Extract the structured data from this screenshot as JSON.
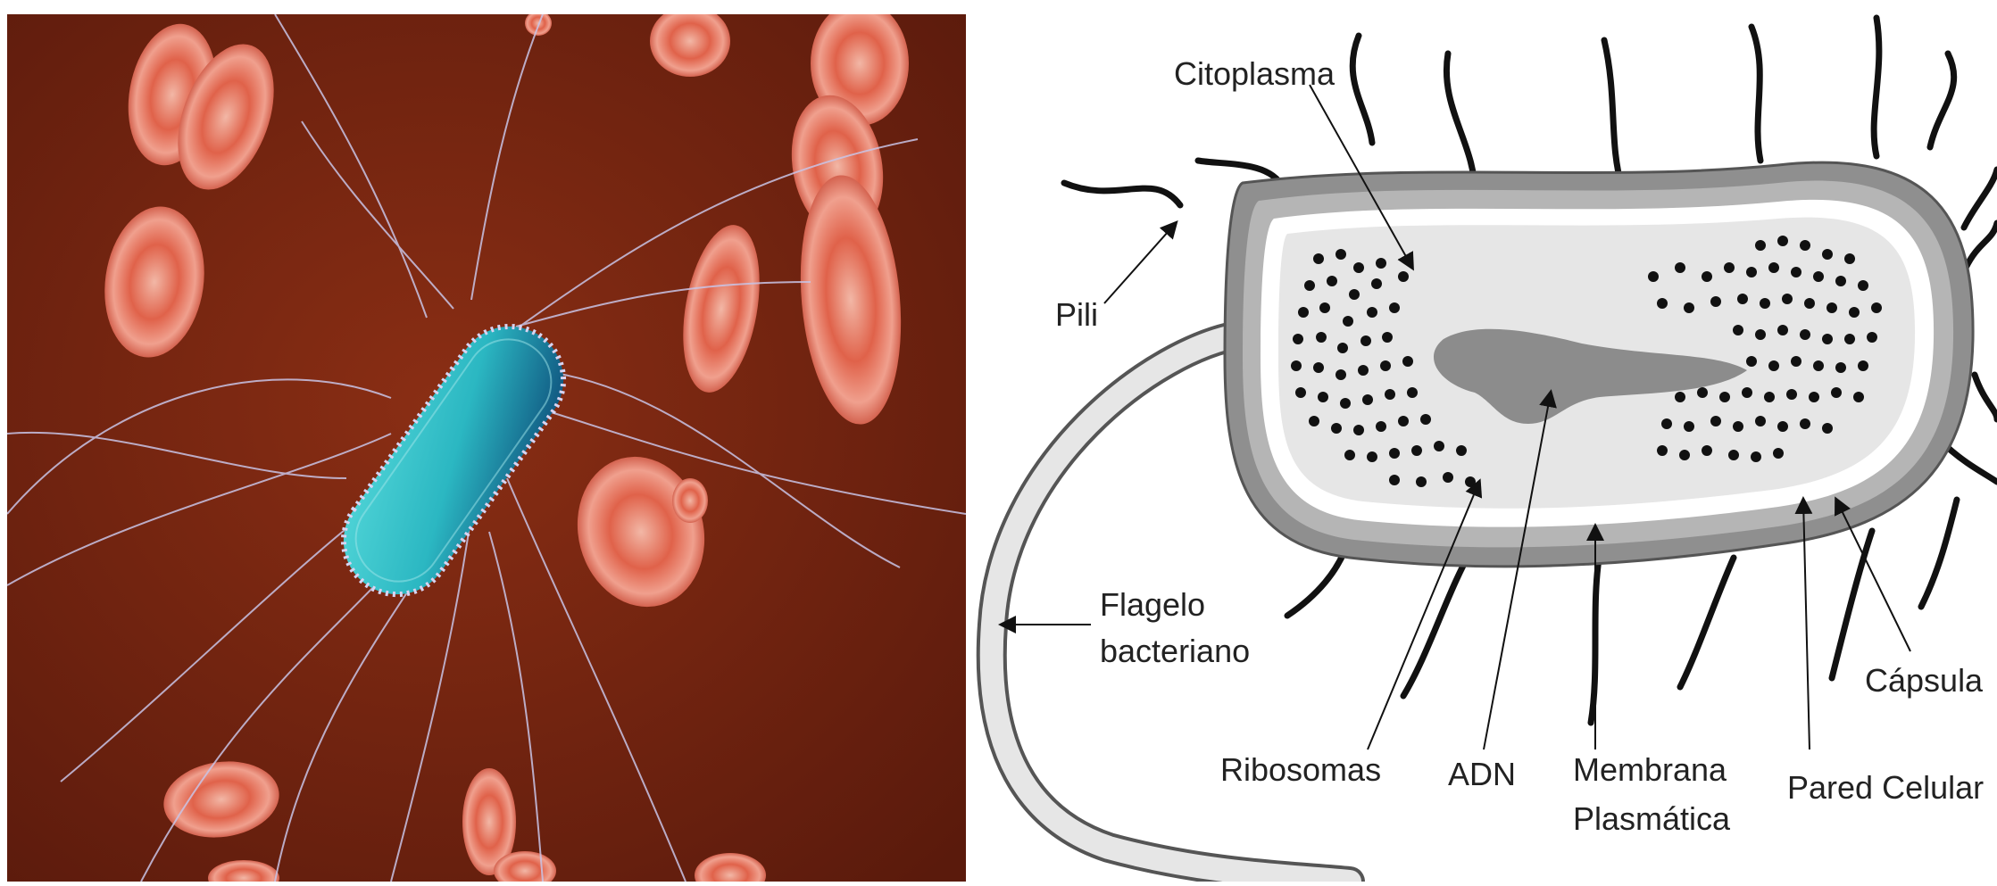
{
  "diagram": {
    "labels": {
      "citoplasma": "Citoplasma",
      "pili": "Pili",
      "flagelo_line1": "Flagelo",
      "flagelo_line2": "bacteriano",
      "ribosomas": "Ribosomas",
      "adn": "ADN",
      "membrana_line1": "Membrana",
      "membrana_line2": "Plasmática",
      "pared": "Pared Celular",
      "capsula": "Cápsula"
    }
  },
  "colors": {
    "background_dark": "#5a1a0c",
    "background_mid": "#8a2e14",
    "bacterium": "#2bb7c2",
    "blood_cell": "#d8503a",
    "capsule": "#8f8f8f",
    "cell_wall": "#b5b5b5",
    "cytoplasm": "#e6e6e6",
    "dna": "#8c8c8c",
    "ink": "#111111"
  }
}
